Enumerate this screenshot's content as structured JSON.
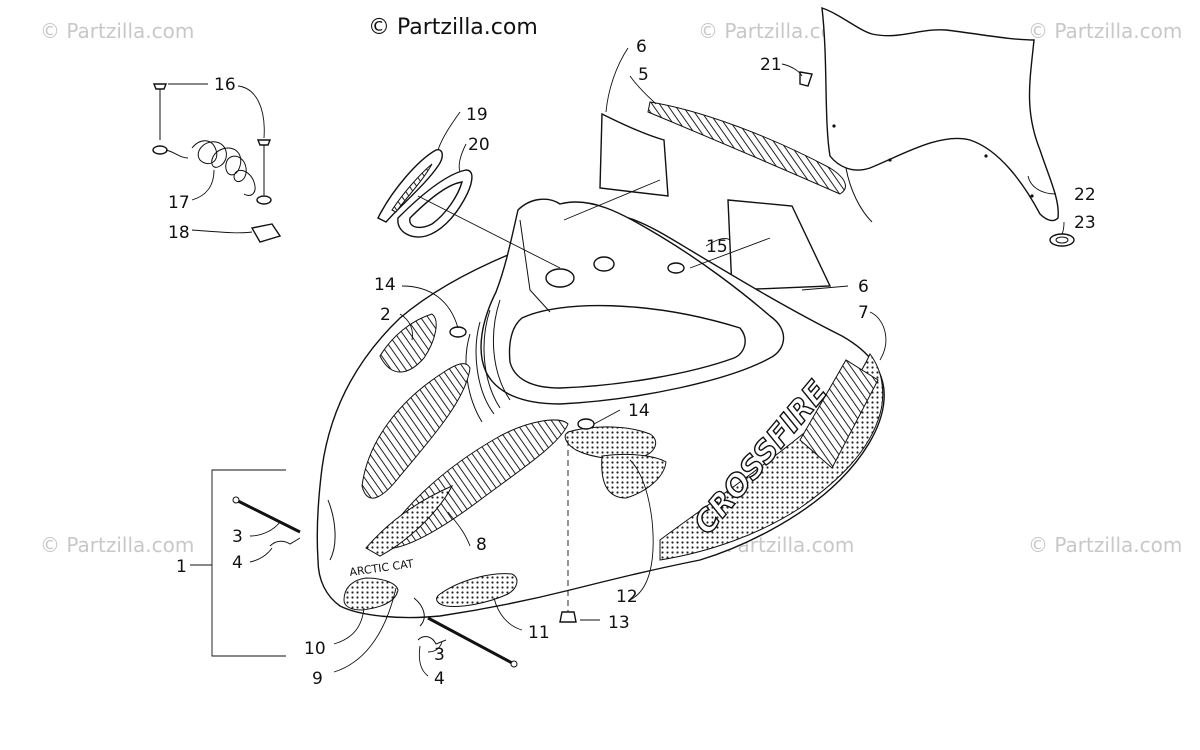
{
  "copyright": "© Partzilla.com",
  "watermark": "© Partzilla.com",
  "decal_text": {
    "brand": "ARCTIC CAT",
    "model": "CROSSFIRE"
  },
  "callouts": [
    {
      "id": "c1",
      "label": "1"
    },
    {
      "id": "c2",
      "label": "2"
    },
    {
      "id": "c3a",
      "label": "3"
    },
    {
      "id": "c3b",
      "label": "3"
    },
    {
      "id": "c4a",
      "label": "4"
    },
    {
      "id": "c4b",
      "label": "4"
    },
    {
      "id": "c5",
      "label": "5"
    },
    {
      "id": "c6a",
      "label": "6"
    },
    {
      "id": "c6b",
      "label": "6"
    },
    {
      "id": "c7",
      "label": "7"
    },
    {
      "id": "c8",
      "label": "8"
    },
    {
      "id": "c9",
      "label": "9"
    },
    {
      "id": "c10",
      "label": "10"
    },
    {
      "id": "c11",
      "label": "11"
    },
    {
      "id": "c12",
      "label": "12"
    },
    {
      "id": "c13",
      "label": "13"
    },
    {
      "id": "c14a",
      "label": "14"
    },
    {
      "id": "c14b",
      "label": "14"
    },
    {
      "id": "c15",
      "label": "15"
    },
    {
      "id": "c16",
      "label": "16"
    },
    {
      "id": "c17",
      "label": "17"
    },
    {
      "id": "c18",
      "label": "18"
    },
    {
      "id": "c19",
      "label": "19"
    },
    {
      "id": "c20",
      "label": "20"
    },
    {
      "id": "c21",
      "label": "21"
    },
    {
      "id": "c22",
      "label": "22"
    },
    {
      "id": "c23",
      "label": "23"
    }
  ]
}
